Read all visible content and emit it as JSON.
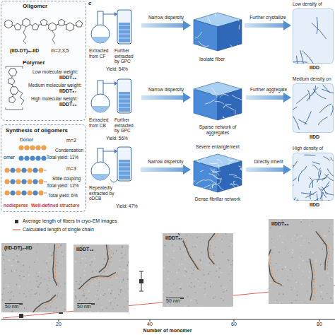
{
  "diagram": {
    "nodes": [
      {
        "text": [
          "Oligomer",
          "(IID-DT)ₘ-IID",
          "m=2,3,5",
          "Polymer",
          "Low molecular weight:",
          "IIDDT₁₉",
          "Medium molecular weight:",
          "IIDDT₅₇",
          "High molecular weight:",
          "IIDDT₈₆"
        ]
      },
      {
        "text": [
          "Synthesis of oligomers",
          "Donor",
          "omer",
          "m=2",
          "Condensation",
          "Total yield: 11%",
          "m=3",
          "Stille coupling",
          "Total yield: 12%",
          "Total yield: 6%",
          "nodisperse",
          "Well-defined structure"
        ]
      },
      {
        "text": [
          "Extracted from CF",
          "Further extracted by GPC",
          "Yield: 54%"
        ]
      },
      {
        "text": [
          "Isolate fiber"
        ]
      },
      {
        "text": [
          "Low density of",
          "IIDD"
        ]
      },
      {
        "text": [
          "Extracted from CB",
          "Further extracted by GPC",
          "Yield: 56%"
        ]
      },
      {
        "text": [
          "Sparse network of aggregates"
        ]
      },
      {
        "text": [
          "Medium density on",
          "IIDD"
        ]
      },
      {
        "text": [
          "Repeatedly extracted by oDCB",
          "Yield: 47%"
        ]
      },
      {
        "text": [
          "Severe entanglement",
          "Dense fibrillar network"
        ]
      },
      {
        "text": [
          "High density of",
          "IIDD"
        ]
      },
      {
        "text": [
          "(IID-DT)₂-IID",
          "50 nm"
        ]
      },
      {
        "text": [
          "IIDDT₁₉",
          "50 nm"
        ]
      },
      {
        "text": [
          "IIDDT₅₇",
          "50 nm"
        ]
      },
      {
        "text": [
          "IIDDT₈₆"
        ]
      }
    ],
    "edges": [
      {
        "from": 2,
        "to": 3,
        "arrow": "to",
        "label": "Narrow dispersity"
      },
      {
        "from": 3,
        "to": 4,
        "arrow": "to",
        "label": "Further crystallize"
      },
      {
        "from": 5,
        "to": 6,
        "arrow": "to",
        "label": "Narrow dispersity"
      },
      {
        "from": 6,
        "to": 7,
        "arrow": "to",
        "label": "Further aggregate"
      },
      {
        "from": 8,
        "to": 9,
        "arrow": "to",
        "label": "Narrow dispersity"
      },
      {
        "from": 9,
        "to": 10,
        "arrow": "to",
        "label": "Directly inherit"
      }
    ],
    "labels": [
      "c",
      "20",
      "40",
      "60",
      "80",
      "Number of monomer"
    ],
    "legend": [
      {
        "text": "Average length of fibers in cryo-EM images"
      },
      {
        "text": "Calculated length of single chain"
      }
    ]
  }
}
